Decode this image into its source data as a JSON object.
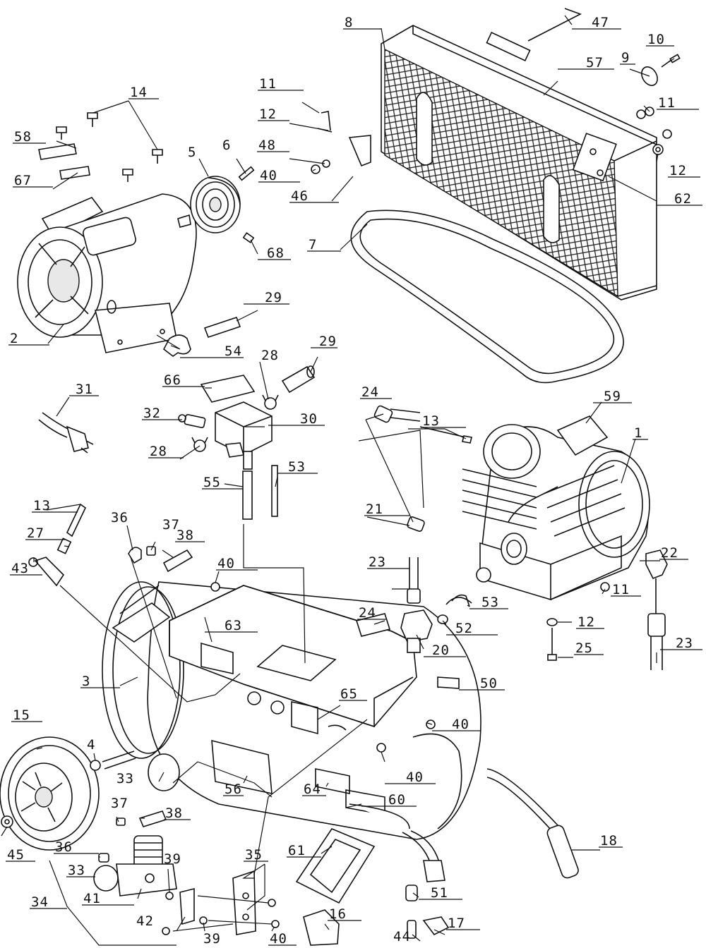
{
  "callouts": [
    {
      "id": "c1",
      "text": "1"
    },
    {
      "id": "c2",
      "text": "2"
    },
    {
      "id": "c3",
      "text": "3"
    },
    {
      "id": "c4",
      "text": "4"
    },
    {
      "id": "c5",
      "text": "5"
    },
    {
      "id": "c6",
      "text": "6"
    },
    {
      "id": "c7",
      "text": "7"
    },
    {
      "id": "c8",
      "text": "8"
    },
    {
      "id": "c9",
      "text": "9"
    },
    {
      "id": "c10",
      "text": "10"
    },
    {
      "id": "c11a",
      "text": "11"
    },
    {
      "id": "c11b",
      "text": "11"
    },
    {
      "id": "c11c",
      "text": "11"
    },
    {
      "id": "c12a",
      "text": "12"
    },
    {
      "id": "c12b",
      "text": "12"
    },
    {
      "id": "c12c",
      "text": "12"
    },
    {
      "id": "c13a",
      "text": "13"
    },
    {
      "id": "c13b",
      "text": "13"
    },
    {
      "id": "c14",
      "text": "14"
    },
    {
      "id": "c15",
      "text": "15"
    },
    {
      "id": "c16",
      "text": "16"
    },
    {
      "id": "c17",
      "text": "17"
    },
    {
      "id": "c18",
      "text": "18"
    },
    {
      "id": "c20",
      "text": "20"
    },
    {
      "id": "c21",
      "text": "21"
    },
    {
      "id": "c22",
      "text": "22"
    },
    {
      "id": "c23a",
      "text": "23"
    },
    {
      "id": "c23b",
      "text": "23"
    },
    {
      "id": "c24a",
      "text": "24"
    },
    {
      "id": "c24b",
      "text": "24"
    },
    {
      "id": "c25",
      "text": "25"
    },
    {
      "id": "c27",
      "text": "27"
    },
    {
      "id": "c28a",
      "text": "28"
    },
    {
      "id": "c28b",
      "text": "28"
    },
    {
      "id": "c29a",
      "text": "29"
    },
    {
      "id": "c29b",
      "text": "29"
    },
    {
      "id": "c30",
      "text": "30"
    },
    {
      "id": "c31",
      "text": "31"
    },
    {
      "id": "c32",
      "text": "32"
    },
    {
      "id": "c33a",
      "text": "33"
    },
    {
      "id": "c33b",
      "text": "33"
    },
    {
      "id": "c34",
      "text": "34"
    },
    {
      "id": "c35",
      "text": "35"
    },
    {
      "id": "c36a",
      "text": "36"
    },
    {
      "id": "c36b",
      "text": "36"
    },
    {
      "id": "c37a",
      "text": "37"
    },
    {
      "id": "c37b",
      "text": "37"
    },
    {
      "id": "c38a",
      "text": "38"
    },
    {
      "id": "c38b",
      "text": "38"
    },
    {
      "id": "c39a",
      "text": "39"
    },
    {
      "id": "c39b",
      "text": "39"
    },
    {
      "id": "c40a",
      "text": "40"
    },
    {
      "id": "c40b",
      "text": "40"
    },
    {
      "id": "c40c",
      "text": "40"
    },
    {
      "id": "c40d",
      "text": "40"
    },
    {
      "id": "c40e",
      "text": "40"
    },
    {
      "id": "c41",
      "text": "41"
    },
    {
      "id": "c42",
      "text": "42"
    },
    {
      "id": "c43",
      "text": "43"
    },
    {
      "id": "c44",
      "text": "44"
    },
    {
      "id": "c45",
      "text": "45"
    },
    {
      "id": "c46",
      "text": "46"
    },
    {
      "id": "c47",
      "text": "47"
    },
    {
      "id": "c48",
      "text": "48"
    },
    {
      "id": "c50",
      "text": "50"
    },
    {
      "id": "c51",
      "text": "51"
    },
    {
      "id": "c52",
      "text": "52"
    },
    {
      "id": "c53a",
      "text": "53"
    },
    {
      "id": "c53b",
      "text": "53"
    },
    {
      "id": "c54",
      "text": "54"
    },
    {
      "id": "c55",
      "text": "55"
    },
    {
      "id": "c56",
      "text": "56"
    },
    {
      "id": "c57",
      "text": "57"
    },
    {
      "id": "c58",
      "text": "58"
    },
    {
      "id": "c59",
      "text": "59"
    },
    {
      "id": "c60",
      "text": "60"
    },
    {
      "id": "c61",
      "text": "61"
    },
    {
      "id": "c62",
      "text": "62"
    },
    {
      "id": "c63",
      "text": "63"
    },
    {
      "id": "c64",
      "text": "64"
    },
    {
      "id": "c65",
      "text": "65"
    },
    {
      "id": "c66",
      "text": "66"
    },
    {
      "id": "c67",
      "text": "67"
    },
    {
      "id": "c68",
      "text": "68"
    }
  ]
}
